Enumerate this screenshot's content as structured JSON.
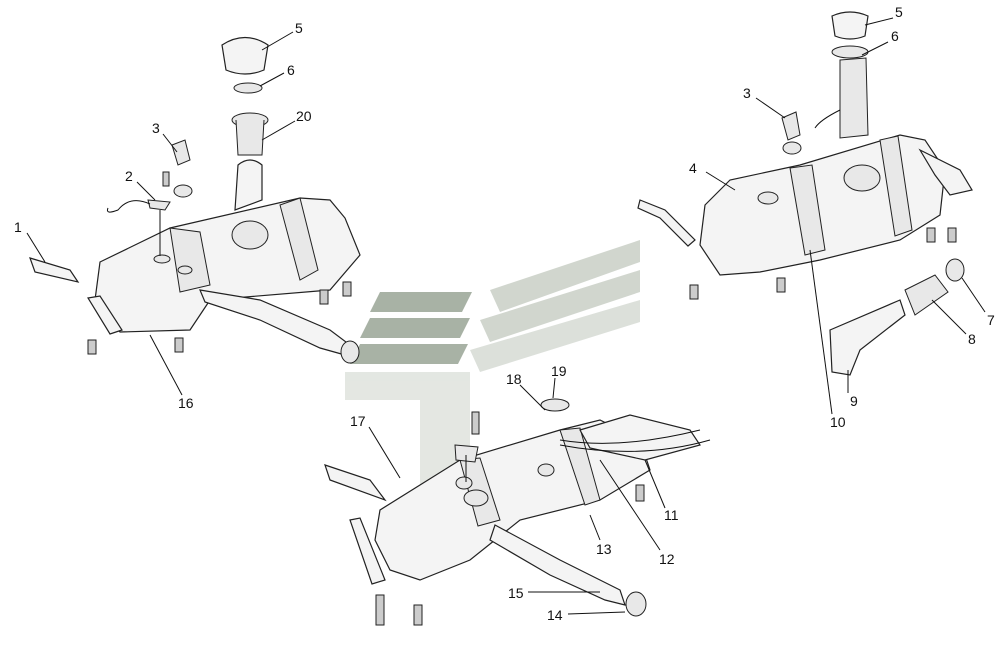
{
  "diagram": {
    "title": "Fuel tank assembly exploded view",
    "watermark_colors": [
      "#9aa596",
      "#bfc6bc",
      "#d6dbd4"
    ],
    "callouts_left": [
      "1",
      "2",
      "3",
      "5",
      "6",
      "20",
      "16"
    ],
    "callouts_right": [
      "3",
      "4",
      "5",
      "6",
      "7",
      "8",
      "9",
      "10"
    ],
    "callouts_bottom": [
      "17",
      "18",
      "19",
      "11",
      "12",
      "13",
      "15",
      "14"
    ]
  }
}
